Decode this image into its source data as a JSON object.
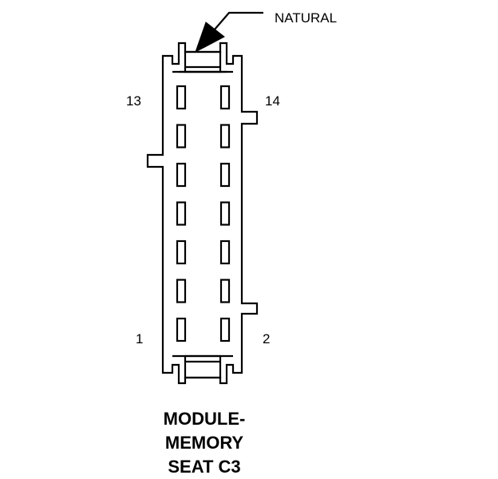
{
  "connector": {
    "color_label": "NATURAL",
    "pin_labels": {
      "top_left": "13",
      "top_right": "14",
      "bottom_left": "1",
      "bottom_right": "2"
    },
    "title_lines": [
      "MODULE-",
      "MEMORY",
      "SEAT C3"
    ],
    "cavity_rows": 7,
    "cavity_columns": 2
  }
}
